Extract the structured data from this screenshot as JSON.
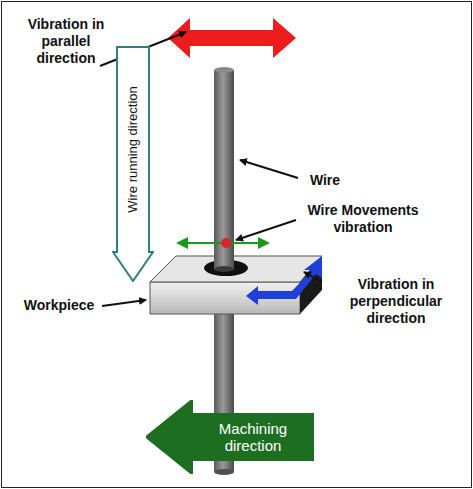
{
  "diagram": {
    "nodes": [
      {
        "text": [
          "Wire running direction"
        ]
      },
      {
        "text": [
          "Machining direction"
        ]
      }
    ],
    "labels": [
      "Vibration in parallel direction",
      "Wire",
      "Wire Movements vibration",
      "Vibration in perpendicular direction",
      "Workpiece"
    ]
  }
}
